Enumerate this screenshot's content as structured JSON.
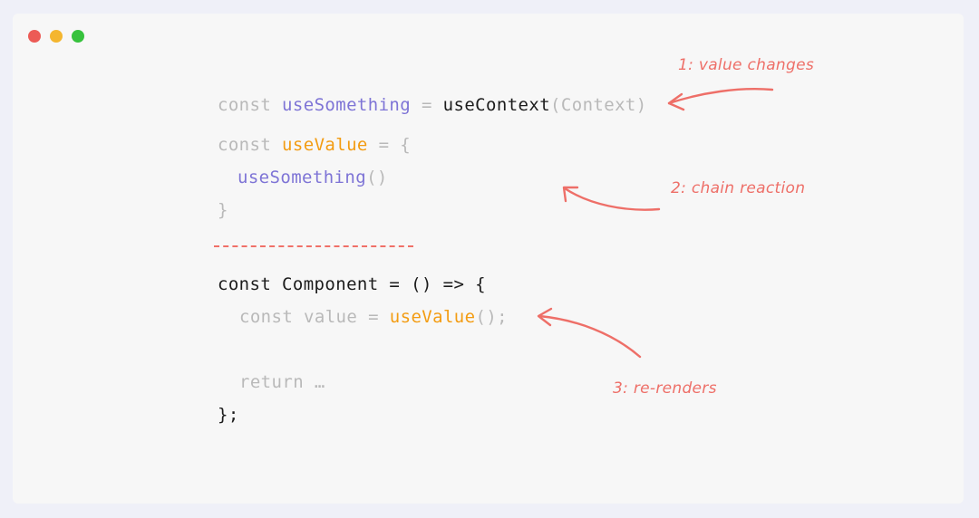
{
  "window": {
    "controls": [
      "close",
      "minimize",
      "maximize"
    ],
    "colors": {
      "close": "#ec5b56",
      "minimize": "#f4b62f",
      "maximize": "#37c23d"
    }
  },
  "code": {
    "line1": {
      "kw": "const",
      "name": "useSomething",
      "eq": "=",
      "call": "useContext",
      "arg": "(Context)"
    },
    "line2": {
      "kw": "const",
      "name": "useValue",
      "eq": "= {"
    },
    "line3": {
      "call": "useSomething",
      "parens": "()"
    },
    "line4": {
      "text": "}"
    },
    "line5": {
      "text": "const Component = () => {"
    },
    "line6": {
      "pre": "const value =",
      "call": "useValue",
      "post": "();"
    },
    "line7": {
      "text": "return …"
    },
    "line8": {
      "text": "};"
    }
  },
  "annotations": {
    "a1": "1: value changes",
    "a2": "2: chain reaction",
    "a3": "3: re-renders"
  },
  "colors": {
    "purple": "#7e74d6",
    "orange": "#f39c12",
    "annotation": "#ee6f68",
    "divider": "#f07068"
  }
}
